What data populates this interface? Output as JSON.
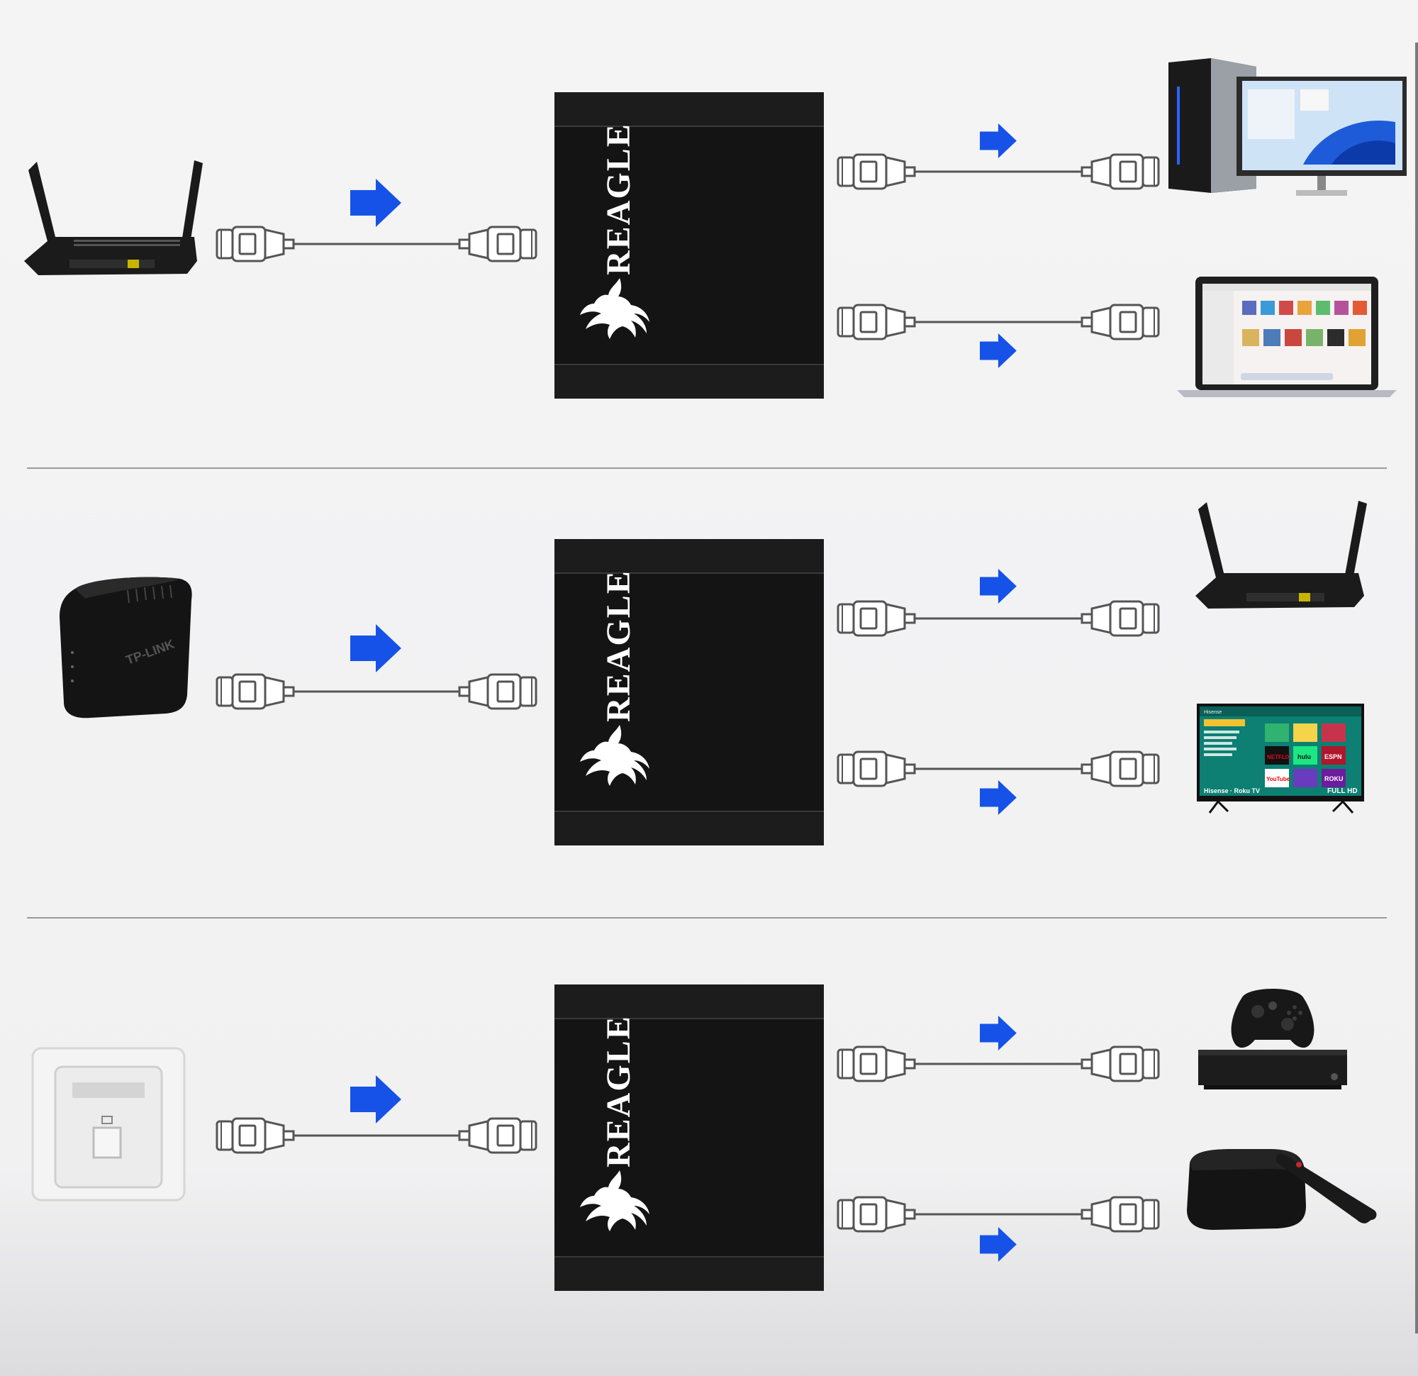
{
  "brand": {
    "name": "REAGLE"
  },
  "devices": {
    "tv_brand": "Hisense",
    "tv_footer": "Hisense · Roku TV",
    "tv_badge": "FULL HD",
    "tv_apps": [
      "NETFLIX",
      "hulu",
      "ESPN",
      "YouTube",
      "ROKU"
    ],
    "modem_brand": "TP-LINK"
  },
  "rows": [
    {
      "source": "router",
      "outputs": [
        "desktop-computer",
        "laptop"
      ]
    },
    {
      "source": "modem",
      "outputs": [
        "router",
        "television"
      ]
    },
    {
      "source": "wall-jack",
      "outputs": [
        "game-console",
        "streaming-box"
      ]
    }
  ],
  "colors": {
    "arrow": "#1652e8",
    "splitter": "#111111",
    "cable": "#555555",
    "divider": "#9a9a9a"
  }
}
